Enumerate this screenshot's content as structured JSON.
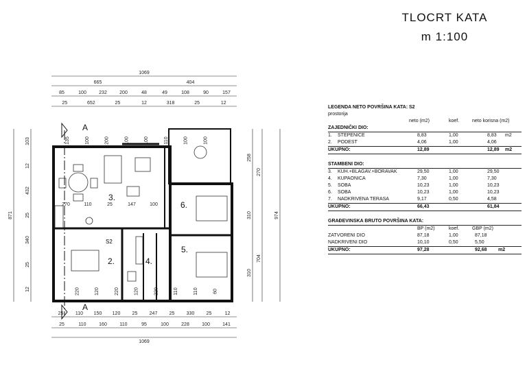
{
  "title": {
    "line1": "TLOCRT  KATA",
    "line2": "m 1:100"
  },
  "plan": {
    "rooms": [
      {
        "id": "3",
        "label": "3."
      },
      {
        "id": "6",
        "label": "6."
      },
      {
        "id": "2",
        "label": "2."
      },
      {
        "id": "4",
        "label": "4."
      },
      {
        "id": "5",
        "label": "5."
      }
    ],
    "section_marker": "A",
    "stair_label": "S2",
    "top_dims": {
      "overall": "1069",
      "row2": [
        "665",
        "404"
      ],
      "row3": [
        "85",
        "100",
        "232",
        "200",
        "48",
        "49",
        "108",
        "90",
        "157"
      ],
      "row4": [
        "25",
        "652",
        "25",
        "12",
        "318",
        "25",
        "12"
      ]
    },
    "bottom_dims": {
      "row1": [
        "25",
        "110",
        "150",
        "120",
        "25",
        "247",
        "25",
        "330",
        "25",
        "12"
      ],
      "row2": [
        "25",
        "110",
        "160",
        "110",
        "95",
        "100",
        "228",
        "100",
        "141"
      ],
      "overall": "1069"
    },
    "left_dims": {
      "outer": "871",
      "inner": [
        "103",
        "12",
        "432",
        "25",
        "340",
        "25",
        "12"
      ]
    },
    "right_dims": {
      "outer": "974",
      "mid": [
        "270",
        "704"
      ],
      "inner": [
        "258",
        "310",
        "310"
      ]
    },
    "interior_dims": [
      "270",
      "110",
      "25",
      "147",
      "100",
      "135",
      "220",
      "100",
      "120",
      "200",
      "220",
      "100",
      "120",
      "100",
      "220",
      "110",
      "110",
      "100",
      "110",
      "100",
      "60"
    ]
  },
  "legend": {
    "title": "LEGENDA NETO POVRŠINA KATA:",
    "title_code": "S2",
    "subtitle": "prostorija",
    "col_headers": [
      "neto (m2)",
      "koef.",
      "neto korisna (m2)"
    ],
    "group1": {
      "heading": "ZAJEDNIČKI DIO:",
      "rows": [
        {
          "no": "1.",
          "name": "STEPENICE",
          "neto": "8,83",
          "koef": "1,00",
          "korisna": "8,83",
          "unit": "m2"
        },
        {
          "no": "2.",
          "name": "PODEST",
          "neto": "4,06",
          "koef": "1,00",
          "korisna": "4,06",
          "unit": ""
        }
      ],
      "total": {
        "label": "UKUPNO:",
        "neto": "12,89",
        "korisna": "12,89",
        "unit": "m2"
      }
    },
    "group2": {
      "heading": "STAMBENI DIO:",
      "rows": [
        {
          "no": "3.",
          "name": "KUH.+BLAGAV.+BORAVAK",
          "neto": "29,50",
          "koef": "1,00",
          "korisna": "29,50"
        },
        {
          "no": "4.",
          "name": "KUPAONICA",
          "neto": "7,30",
          "koef": "1,00",
          "korisna": "7,30"
        },
        {
          "no": "5.",
          "name": "SOBA",
          "neto": "10,23",
          "koef": "1,00",
          "korisna": "10,23"
        },
        {
          "no": "6.",
          "name": "SOBA",
          "neto": "10,23",
          "koef": "1,00",
          "korisna": "10,23"
        },
        {
          "no": "7.",
          "name": "NADKRIVENA TERASA",
          "neto": "9,17",
          "koef": "0,50",
          "korisna": "4,58"
        }
      ],
      "total": {
        "label": "UKUPNO:",
        "neto": "66,43",
        "korisna": "61,84"
      }
    },
    "group3": {
      "heading": "GRAĐEVINSKA BRUTO POVRŠINA KATA:",
      "col_headers": [
        "BP (m2)",
        "koef.",
        "GBP (m2)"
      ],
      "rows": [
        {
          "name": "ZATVORENI DIO",
          "bp": "87,18",
          "koef": "1,00",
          "gbp": "87,18"
        },
        {
          "name": "NADKRIVENI DIO",
          "bp": "10,10",
          "koef": "0,50",
          "gbp": "5,50"
        }
      ],
      "total": {
        "label": "UKUPNO:",
        "bp": "97,28",
        "gbp": "92,68",
        "unit": "m2"
      }
    }
  }
}
